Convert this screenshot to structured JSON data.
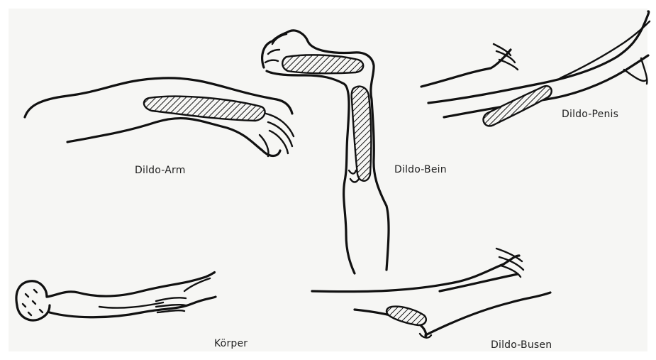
{
  "labels": {
    "arm": "Dildo-Arm",
    "leg": "Dildo-Bein",
    "penis": "Dildo-Penis",
    "body": "Körper",
    "breast": "Dildo-Busen"
  },
  "colors": {
    "ink": "#111111",
    "paper": "#f6f6f4",
    "background": "#ffffff"
  }
}
